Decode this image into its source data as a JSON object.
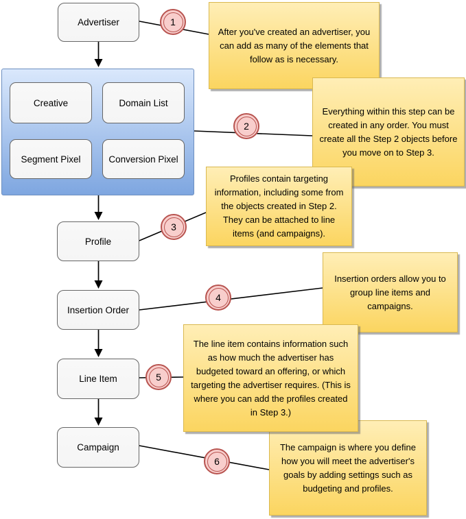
{
  "flow": {
    "nodes": {
      "advertiser": "Advertiser",
      "profile": "Profile",
      "insertion_order": "Insertion Order",
      "line_item": "Line Item",
      "campaign": "Campaign"
    },
    "step2_group": {
      "creative": "Creative",
      "domain_list": "Domain List",
      "segment_pixel": "Segment Pixel",
      "conversion_pixel": "Conversion Pixel"
    },
    "steps": {
      "s1": "1",
      "s2": "2",
      "s3": "3",
      "s4": "4",
      "s5": "5",
      "s6": "6"
    },
    "notes": {
      "n1": "After you've created an advertiser, you can add as many of the elements that follow as is necessary.",
      "n2": "Everything within this step can be created in any order. You must create all the Step 2 objects before you move on to Step 3.",
      "n3": "Profiles contain targeting information, including some from the objects created in Step 2. They can be attached to line items (and campaigns).",
      "n4": "Insertion orders allow you to group line items and campaigns.",
      "n5": "The line item contains information such as how much the advertiser has budgeted toward an offering, or which targeting the advertiser requires. (This is where you can add the profiles created in Step 3.)",
      "n6": "The campaign is where you define how you will meet the advertiser's goals by adding settings such as budgeting and profiles."
    }
  },
  "colors": {
    "note_top": "#ffeeb6",
    "note_bottom": "#fbd560",
    "note_border": "#d9b84f",
    "container_top": "#dae8fc",
    "container_bottom": "#7ea6e0",
    "container_border": "#6c8ebf",
    "node_fill": "#f5f5f5",
    "node_border": "#666666",
    "circle_fill": "#f8cecc",
    "circle_border": "#b85450",
    "line_color": "#000000"
  }
}
